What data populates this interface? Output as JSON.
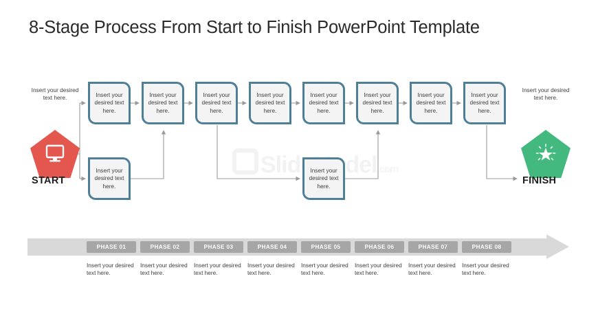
{
  "slide": {
    "title": "8-Stage Process From Start to Finish PowerPoint Template",
    "watermark": "SlideModel",
    "watermark_suffix": ".com",
    "background": "#ffffff"
  },
  "colors": {
    "box_border": "#4e7f97",
    "box_fill": "#f4f4f4",
    "start_pentagon": "#e4574e",
    "finish_pentagon": "#44b97f",
    "phase_bar": "#d9d9d9",
    "phase_pill": "#a6a6a6",
    "connector": "#9a9a9a",
    "title_text": "#2b2b2b",
    "body_text": "#3d3d3d"
  },
  "endpoints": {
    "start": {
      "label": "START",
      "caption": "Insert your desired text here.",
      "icon": "monitor-icon"
    },
    "finish": {
      "label": "FINISH",
      "caption": "Insert your desired text here.",
      "icon": "sparkle-star-icon"
    }
  },
  "process_boxes": {
    "top_row": [
      {
        "text": "Insert your desired text here."
      },
      {
        "text": "Insert your desired text here."
      },
      {
        "text": "Insert your desired text here."
      },
      {
        "text": "Insert your desired text here."
      },
      {
        "text": "Insert your desired text here."
      },
      {
        "text": "Insert your desired text here."
      },
      {
        "text": "Insert your desired text here."
      },
      {
        "text": "Insert your desired text here."
      }
    ],
    "bottom_row": [
      {
        "text": "Insert your desired text here."
      },
      {
        "text": "Insert your desired text here."
      }
    ]
  },
  "phases": [
    {
      "label": "PHASE 01",
      "text": "Insert your desired text here."
    },
    {
      "label": "PHASE 02",
      "text": "Insert your desired text here."
    },
    {
      "label": "PHASE 03",
      "text": "Insert your desired text here."
    },
    {
      "label": "PHASE 04",
      "text": "Insert your desired text here."
    },
    {
      "label": "PHASE 05",
      "text": "Insert your desired text here."
    },
    {
      "label": "PHASE 06",
      "text": "Insert your desired text here."
    },
    {
      "label": "PHASE 07",
      "text": "Insert your desired text here."
    },
    {
      "label": "PHASE 08",
      "text": "Insert your desired text here."
    }
  ]
}
